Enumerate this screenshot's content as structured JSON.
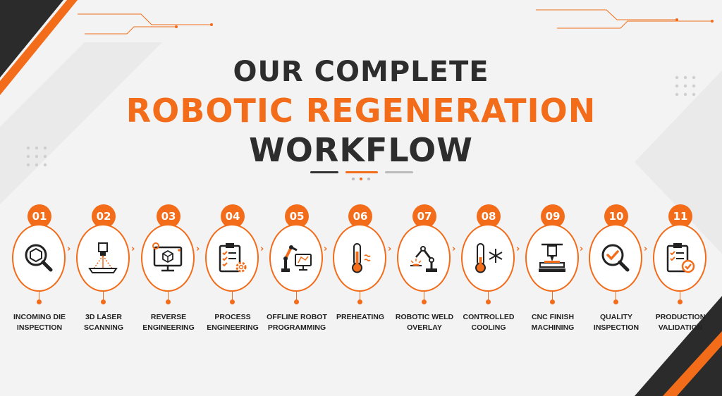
{
  "title": {
    "line1": "OUR COMPLETE",
    "line2": "ROBOTIC REGENERATION",
    "line3": "WORKFLOW"
  },
  "colors": {
    "accent": "#f26c1a",
    "dark": "#2d2d2d",
    "background": "#f3f3f3"
  },
  "steps": [
    {
      "number": "01",
      "label": "INCOMING DIE INSPECTION",
      "icon": "magnifier-hexagon-icon"
    },
    {
      "number": "02",
      "label": "3D LASER SCANNING",
      "icon": "laser-scanner-icon"
    },
    {
      "number": "03",
      "label": "REVERSE ENGINEERING",
      "icon": "monitor-cube-icon"
    },
    {
      "number": "04",
      "label": "PROCESS ENGINEERING",
      "icon": "clipboard-gear-icon"
    },
    {
      "number": "05",
      "label": "OFFLINE ROBOT PROGRAMMING",
      "icon": "robot-arm-monitor-icon"
    },
    {
      "number": "06",
      "label": "PREHEATING",
      "icon": "thermometer-heat-icon"
    },
    {
      "number": "07",
      "label": "ROBOTIC WELD OVERLAY",
      "icon": "welding-robot-icon"
    },
    {
      "number": "08",
      "label": "CONTROLLED COOLING",
      "icon": "thermometer-snowflake-icon"
    },
    {
      "number": "09",
      "label": "CNC FINISH MACHINING",
      "icon": "cnc-machine-icon"
    },
    {
      "number": "10",
      "label": "QUALITY INSPECTION",
      "icon": "magnifier-check-icon"
    },
    {
      "number": "11",
      "label": "PRODUCTION VALIDATION",
      "icon": "clipboard-check-icon"
    }
  ]
}
